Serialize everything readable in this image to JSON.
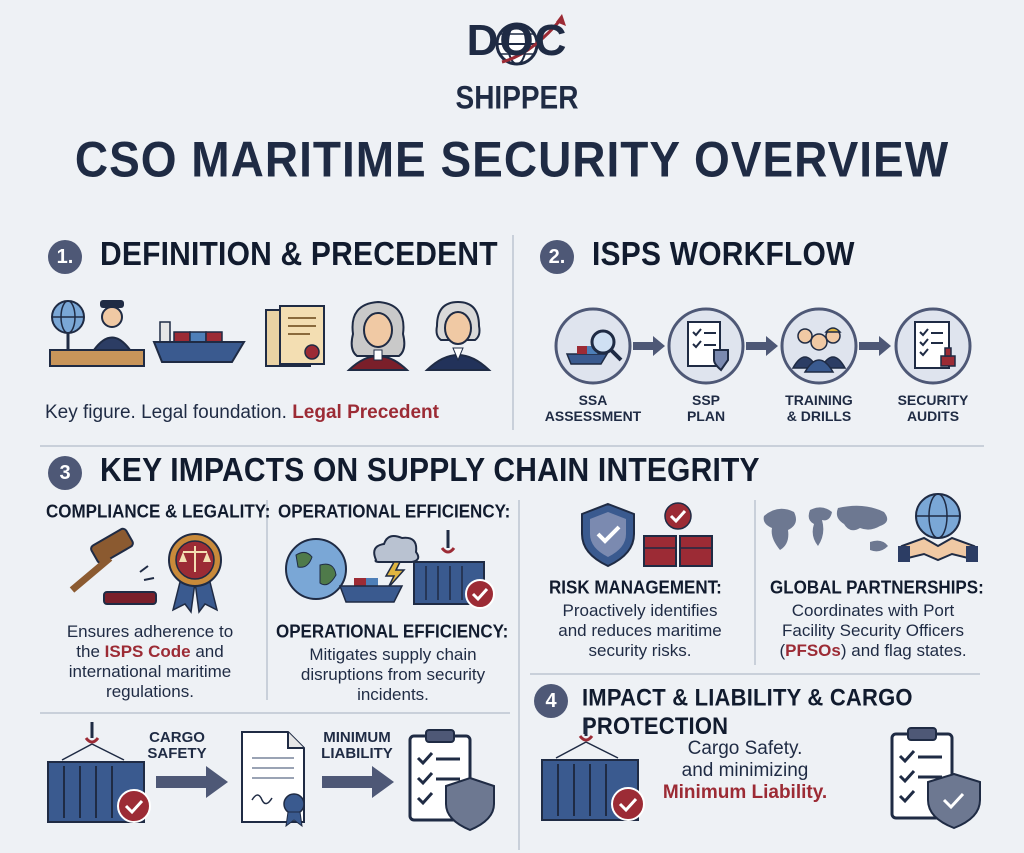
{
  "logo": {
    "line1": "DOC",
    "line2": "SHIPPER"
  },
  "title": "CSO MARITIME SECURITY OVERVIEW",
  "section1": {
    "number": "1.",
    "title": "DEFINITION & PRECEDENT",
    "caption_plain": "Key figure. Legal foundation.",
    "caption_highlight": "Legal Precedent"
  },
  "section2": {
    "number": "2.",
    "title": "ISPS WORKFLOW",
    "steps": [
      {
        "line1": "SSA",
        "line2": "ASSESSMENT"
      },
      {
        "line1": "SSP",
        "line2": "PLAN"
      },
      {
        "line1": "TRAINING",
        "line2": "& DRILLS"
      },
      {
        "line1": "SECURITY",
        "line2": "AUDITS"
      }
    ]
  },
  "section3": {
    "number": "3",
    "title": "KEY IMPACTS ON SUPPLY CHAIN INTEGRITY",
    "compliance": {
      "heading": "COMPLIANCE & LEGALITY:",
      "line1": "Ensures adherence to",
      "line2_pre": "the ",
      "line2_highlight": "ISPS Code",
      "line2_post": " and",
      "line3": "international maritime",
      "line4": "regulations."
    },
    "operational": {
      "heading": "OPERATIONAL EFFICIENCY:",
      "heading2": "OPERATIONAL EFFICIENCY:",
      "line1": "Mitigates supply chain",
      "line2": "disruptions from security",
      "line3": "incidents."
    },
    "risk": {
      "heading": "RISK MANAGEMENT:",
      "line1": "Proactively identifies",
      "line2": "and reduces maritime",
      "line3": "security risks."
    },
    "global": {
      "heading": "GLOBAL PARTNERSHIPS:",
      "line1": "Coordinates with Port",
      "line2": "Facility Security Officers",
      "line3_pre": "(",
      "line3_highlight": "PFSOs",
      "line3_post": ") and flag states."
    },
    "flow": {
      "label1_line1": "CARGO",
      "label1_line2": "SAFETY",
      "label2_line1": "MINIMUM",
      "label2_line2": "LIABILITY"
    }
  },
  "section4": {
    "number": "4",
    "title": "IMPACT & LIABILITY & CARGO PROTECTION",
    "line1": "Cargo Safety.",
    "line2": "and minimizing",
    "line3": "Minimum Liability."
  },
  "colors": {
    "navy": "#1f2b44",
    "accent_red": "#9c2b35",
    "badge": "#4e5876",
    "background": "#eef1f5"
  }
}
